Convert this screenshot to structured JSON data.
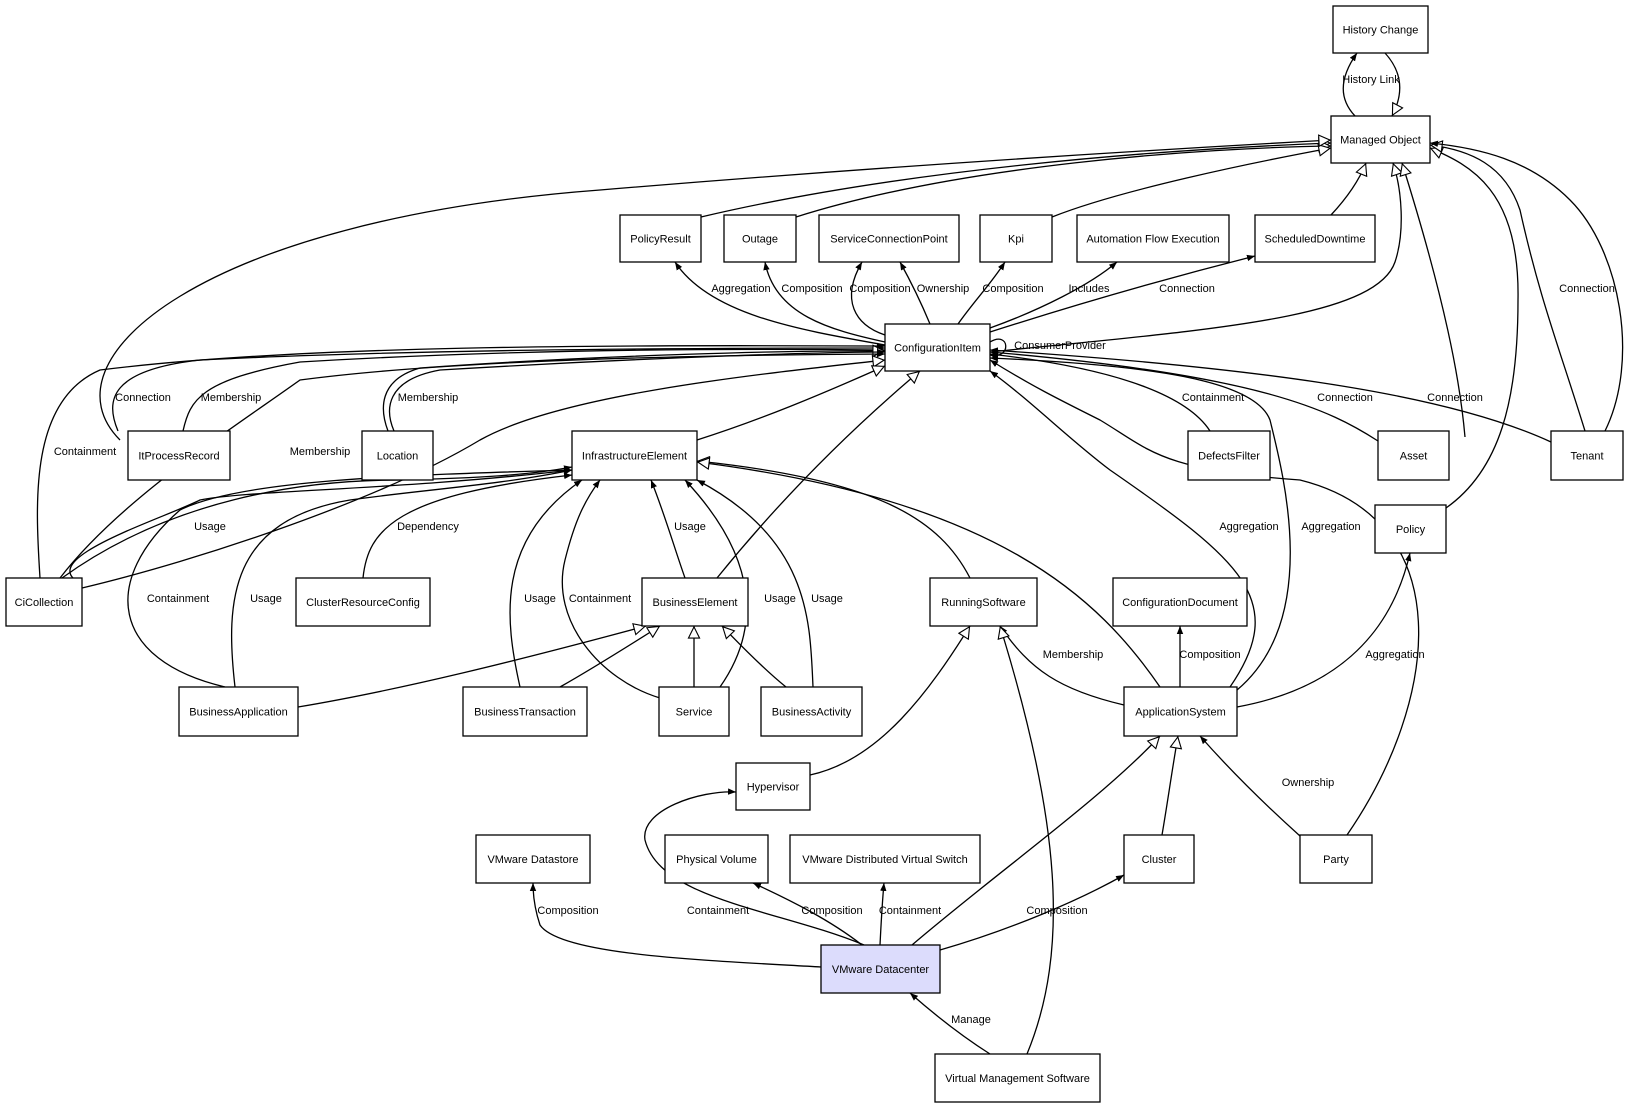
{
  "diagram": {
    "highlight_color": "#dcdcfc",
    "node_color": "#ffffff",
    "nodes": [
      {
        "id": "history_change",
        "label": "History Change"
      },
      {
        "id": "managed_object",
        "label": "Managed Object"
      },
      {
        "id": "policy_result",
        "label": "PolicyResult"
      },
      {
        "id": "outage",
        "label": "Outage"
      },
      {
        "id": "service_connection_point",
        "label": "ServiceConnectionPoint"
      },
      {
        "id": "kpi",
        "label": "Kpi"
      },
      {
        "id": "automation_flow_execution",
        "label": "Automation Flow Execution"
      },
      {
        "id": "scheduled_downtime",
        "label": "ScheduledDowntime"
      },
      {
        "id": "configuration_item",
        "label": "ConfigurationItem"
      },
      {
        "id": "it_process_record",
        "label": "ItProcessRecord"
      },
      {
        "id": "location",
        "label": "Location"
      },
      {
        "id": "infrastructure_element",
        "label": "InfrastructureElement"
      },
      {
        "id": "defects_filter",
        "label": "DefectsFilter"
      },
      {
        "id": "asset",
        "label": "Asset"
      },
      {
        "id": "tenant",
        "label": "Tenant"
      },
      {
        "id": "policy",
        "label": "Policy"
      },
      {
        "id": "ci_collection",
        "label": "CiCollection"
      },
      {
        "id": "cluster_resource_config",
        "label": "ClusterResourceConfig"
      },
      {
        "id": "business_element",
        "label": "BusinessElement"
      },
      {
        "id": "running_software",
        "label": "RunningSoftware"
      },
      {
        "id": "configuration_document",
        "label": "ConfigurationDocument"
      },
      {
        "id": "business_application",
        "label": "BusinessApplication"
      },
      {
        "id": "business_transaction",
        "label": "BusinessTransaction"
      },
      {
        "id": "service",
        "label": "Service"
      },
      {
        "id": "business_activity",
        "label": "BusinessActivity"
      },
      {
        "id": "application_system",
        "label": "ApplicationSystem"
      },
      {
        "id": "hypervisor",
        "label": "Hypervisor"
      },
      {
        "id": "vmware_datastore",
        "label": "VMware Datastore"
      },
      {
        "id": "physical_volume",
        "label": "Physical Volume"
      },
      {
        "id": "vmware_dvs",
        "label": "VMware Distributed Virtual Switch"
      },
      {
        "id": "cluster",
        "label": "Cluster"
      },
      {
        "id": "party",
        "label": "Party"
      },
      {
        "id": "vmware_datacenter",
        "label": "VMware Datacenter",
        "highlighted": true
      },
      {
        "id": "virtual_management_software",
        "label": "Virtual Management Software"
      }
    ],
    "edges": [
      {
        "id": "e1",
        "from": "managed_object",
        "to": "history_change",
        "label": "History Link",
        "arrow": "filled"
      },
      {
        "id": "e2",
        "from": "history_change",
        "to": "managed_object",
        "label": "",
        "arrow": "hollow"
      },
      {
        "id": "e3",
        "from": "policy_result",
        "to": "managed_object",
        "label": "",
        "arrow": "hollow"
      },
      {
        "id": "e4",
        "from": "outage",
        "to": "managed_object",
        "label": "",
        "arrow": "hollow"
      },
      {
        "id": "e5",
        "from": "kpi",
        "to": "managed_object",
        "label": "",
        "arrow": "hollow"
      },
      {
        "id": "e6",
        "from": "scheduled_downtime",
        "to": "managed_object",
        "label": "",
        "arrow": "hollow"
      },
      {
        "id": "e7",
        "from": "configuration_item",
        "to": "managed_object",
        "label": "",
        "arrow": "hollow"
      },
      {
        "id": "e8",
        "from": "it_process_record",
        "to": "managed_object",
        "label": "",
        "arrow": "hollow"
      },
      {
        "id": "e9",
        "from": "asset",
        "to": "managed_object",
        "label": "",
        "arrow": "hollow"
      },
      {
        "id": "e10",
        "from": "policy",
        "to": "managed_object",
        "label": "",
        "arrow": "hollow"
      },
      {
        "id": "e11",
        "from": "tenant",
        "to": "managed_object",
        "label": "",
        "arrow": "hollow"
      },
      {
        "id": "e12",
        "from": "tenant",
        "to": "managed_object",
        "label": "Connection",
        "arrow": "filled"
      },
      {
        "id": "e13",
        "from": "configuration_item",
        "to": "policy_result",
        "label": "Aggregation",
        "arrow": "filled"
      },
      {
        "id": "e14",
        "from": "configuration_item",
        "to": "outage",
        "label": "Composition",
        "arrow": "filled"
      },
      {
        "id": "e15",
        "from": "configuration_item",
        "to": "service_connection_point",
        "label": "Composition",
        "arrow": "filled"
      },
      {
        "id": "e16",
        "from": "configuration_item",
        "to": "service_connection_point",
        "label": "Ownership",
        "arrow": "filled"
      },
      {
        "id": "e17",
        "from": "configuration_item",
        "to": "kpi",
        "label": "Composition",
        "arrow": "filled"
      },
      {
        "id": "e18",
        "from": "configuration_item",
        "to": "automation_flow_execution",
        "label": "Includes",
        "arrow": "filled"
      },
      {
        "id": "e19",
        "from": "configuration_item",
        "to": "scheduled_downtime",
        "label": "Connection",
        "arrow": "filled"
      },
      {
        "id": "e20",
        "from": "configuration_item",
        "to": "configuration_item",
        "label": "ConsumerProvider",
        "arrow": "filled"
      },
      {
        "id": "e21",
        "from": "it_process_record",
        "to": "configuration_item",
        "label": "Connection",
        "arrow": "filled"
      },
      {
        "id": "e22",
        "from": "it_process_record",
        "to": "configuration_item",
        "label": "Membership",
        "arrow": "filled"
      },
      {
        "id": "e23",
        "from": "location",
        "to": "configuration_item",
        "label": "",
        "arrow": "hollow"
      },
      {
        "id": "e24",
        "from": "location",
        "to": "configuration_item",
        "label": "Membership",
        "arrow": "filled"
      },
      {
        "id": "e25",
        "from": "ci_collection",
        "to": "configuration_item",
        "label": "Containment",
        "arrow": "filled"
      },
      {
        "id": "e26",
        "from": "ci_collection",
        "to": "configuration_item",
        "label": "Membership",
        "arrow": "filled"
      },
      {
        "id": "e27",
        "from": "ci_collection",
        "to": "configuration_item",
        "label": "",
        "arrow": "hollow"
      },
      {
        "id": "e28",
        "from": "infrastructure_element",
        "to": "configuration_item",
        "label": "",
        "arrow": "hollow"
      },
      {
        "id": "e29",
        "from": "business_element",
        "to": "configuration_item",
        "label": "",
        "arrow": "hollow"
      },
      {
        "id": "e30",
        "from": "defects_filter",
        "to": "configuration_item",
        "label": "Containment",
        "arrow": "filled"
      },
      {
        "id": "e31",
        "from": "asset",
        "to": "configuration_item",
        "label": "Connection",
        "arrow": "filled"
      },
      {
        "id": "e32",
        "from": "tenant",
        "to": "configuration_item",
        "label": "Connection",
        "arrow": "filled"
      },
      {
        "id": "e33",
        "from": "application_system",
        "to": "configuration_item",
        "label": "Aggregation",
        "arrow": "filled"
      },
      {
        "id": "e34",
        "from": "application_system",
        "to": "configuration_item",
        "label": "Aggregation",
        "arrow": "filled"
      },
      {
        "id": "e35",
        "from": "party",
        "to": "configuration_item",
        "label": "",
        "arrow": "filled"
      },
      {
        "id": "e36",
        "from": "ci_collection",
        "to": "infrastructure_element",
        "label": "Usage",
        "arrow": "filled"
      },
      {
        "id": "e37",
        "from": "ci_collection",
        "to": "infrastructure_element",
        "label": "",
        "arrow": "filled"
      },
      {
        "id": "e38",
        "from": "cluster_resource_config",
        "to": "infrastructure_element",
        "label": "Dependency",
        "arrow": "filled"
      },
      {
        "id": "e39",
        "from": "business_application",
        "to": "infrastructure_element",
        "label": "Containment",
        "arrow": "filled"
      },
      {
        "id": "e40",
        "from": "business_application",
        "to": "infrastructure_element",
        "label": "Usage",
        "arrow": "filled"
      },
      {
        "id": "e41",
        "from": "business_transaction",
        "to": "infrastructure_element",
        "label": "Usage",
        "arrow": "filled"
      },
      {
        "id": "e42",
        "from": "service",
        "to": "infrastructure_element",
        "label": "Containment",
        "arrow": "filled"
      },
      {
        "id": "e43",
        "from": "business_element",
        "to": "infrastructure_element",
        "label": "Usage",
        "arrow": "filled"
      },
      {
        "id": "e44",
        "from": "service",
        "to": "infrastructure_element",
        "label": "Usage",
        "arrow": "filled"
      },
      {
        "id": "e45",
        "from": "business_activity",
        "to": "infrastructure_element",
        "label": "Usage",
        "arrow": "filled"
      },
      {
        "id": "e46",
        "from": "running_software",
        "to": "infrastructure_element",
        "label": "",
        "arrow": "hollow"
      },
      {
        "id": "e47",
        "from": "application_system",
        "to": "infrastructure_element",
        "label": "",
        "arrow": "hollow"
      },
      {
        "id": "e48",
        "from": "business_application",
        "to": "business_element",
        "label": "",
        "arrow": "hollow"
      },
      {
        "id": "e49",
        "from": "business_transaction",
        "to": "business_element",
        "label": "",
        "arrow": "hollow"
      },
      {
        "id": "e50",
        "from": "service",
        "to": "business_element",
        "label": "",
        "arrow": "hollow"
      },
      {
        "id": "e51",
        "from": "business_activity",
        "to": "business_element",
        "label": "",
        "arrow": "hollow"
      },
      {
        "id": "e52",
        "from": "application_system",
        "to": "running_software",
        "label": "Membership",
        "arrow": "filled"
      },
      {
        "id": "e53",
        "from": "hypervisor",
        "to": "running_software",
        "label": "",
        "arrow": "hollow"
      },
      {
        "id": "e54",
        "from": "virtual_management_software",
        "to": "running_software",
        "label": "",
        "arrow": "hollow"
      },
      {
        "id": "e55",
        "from": "application_system",
        "to": "configuration_document",
        "label": "Composition",
        "arrow": "filled"
      },
      {
        "id": "e56",
        "from": "application_system",
        "to": "policy",
        "label": "Aggregation",
        "arrow": "filled"
      },
      {
        "id": "e57",
        "from": "cluster",
        "to": "application_system",
        "label": "",
        "arrow": "hollow"
      },
      {
        "id": "e58",
        "from": "vmware_datacenter",
        "to": "application_system",
        "label": "",
        "arrow": "hollow"
      },
      {
        "id": "e59",
        "from": "party",
        "to": "application_system",
        "label": "Ownership",
        "arrow": "filled"
      },
      {
        "id": "e60",
        "from": "vmware_datacenter",
        "to": "hypervisor",
        "label": "Containment",
        "arrow": "filled"
      },
      {
        "id": "e61",
        "from": "vmware_datacenter",
        "to": "vmware_datastore",
        "label": "Composition",
        "arrow": "filled"
      },
      {
        "id": "e62",
        "from": "vmware_datacenter",
        "to": "physical_volume",
        "label": "Composition",
        "arrow": "filled"
      },
      {
        "id": "e63",
        "from": "vmware_datacenter",
        "to": "vmware_dvs",
        "label": "Containment",
        "arrow": "filled"
      },
      {
        "id": "e64",
        "from": "vmware_datacenter",
        "to": "cluster",
        "label": "Composition",
        "arrow": "filled"
      },
      {
        "id": "e65",
        "from": "virtual_management_software",
        "to": "vmware_datacenter",
        "label": "Manage",
        "arrow": "filled"
      }
    ]
  }
}
